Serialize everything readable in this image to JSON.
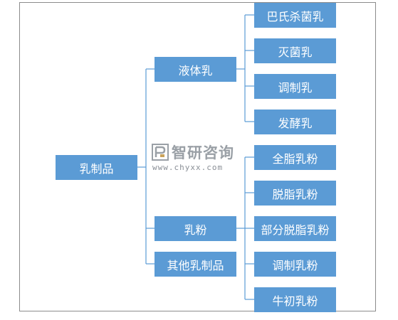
{
  "colors": {
    "node_fill": "#5b9bd5",
    "node_text": "#ffffff",
    "connector": "#5b9bd5",
    "frame": "#8c8c8c"
  },
  "root": {
    "label": "乳制品"
  },
  "branches": [
    {
      "label": "液体乳",
      "children": [
        "巴氏杀菌乳",
        "灭菌乳",
        "调制乳",
        "发酵乳"
      ]
    },
    {
      "label": "乳粉",
      "children": [
        "全脂乳粉",
        "脱脂乳粉",
        "部分脱脂乳粉",
        "调制乳粉",
        "牛初乳粉"
      ]
    },
    {
      "label": "其他乳制品",
      "children": []
    }
  ],
  "watermark": {
    "name": "智研咨询",
    "url": "www.chyxx.com"
  }
}
